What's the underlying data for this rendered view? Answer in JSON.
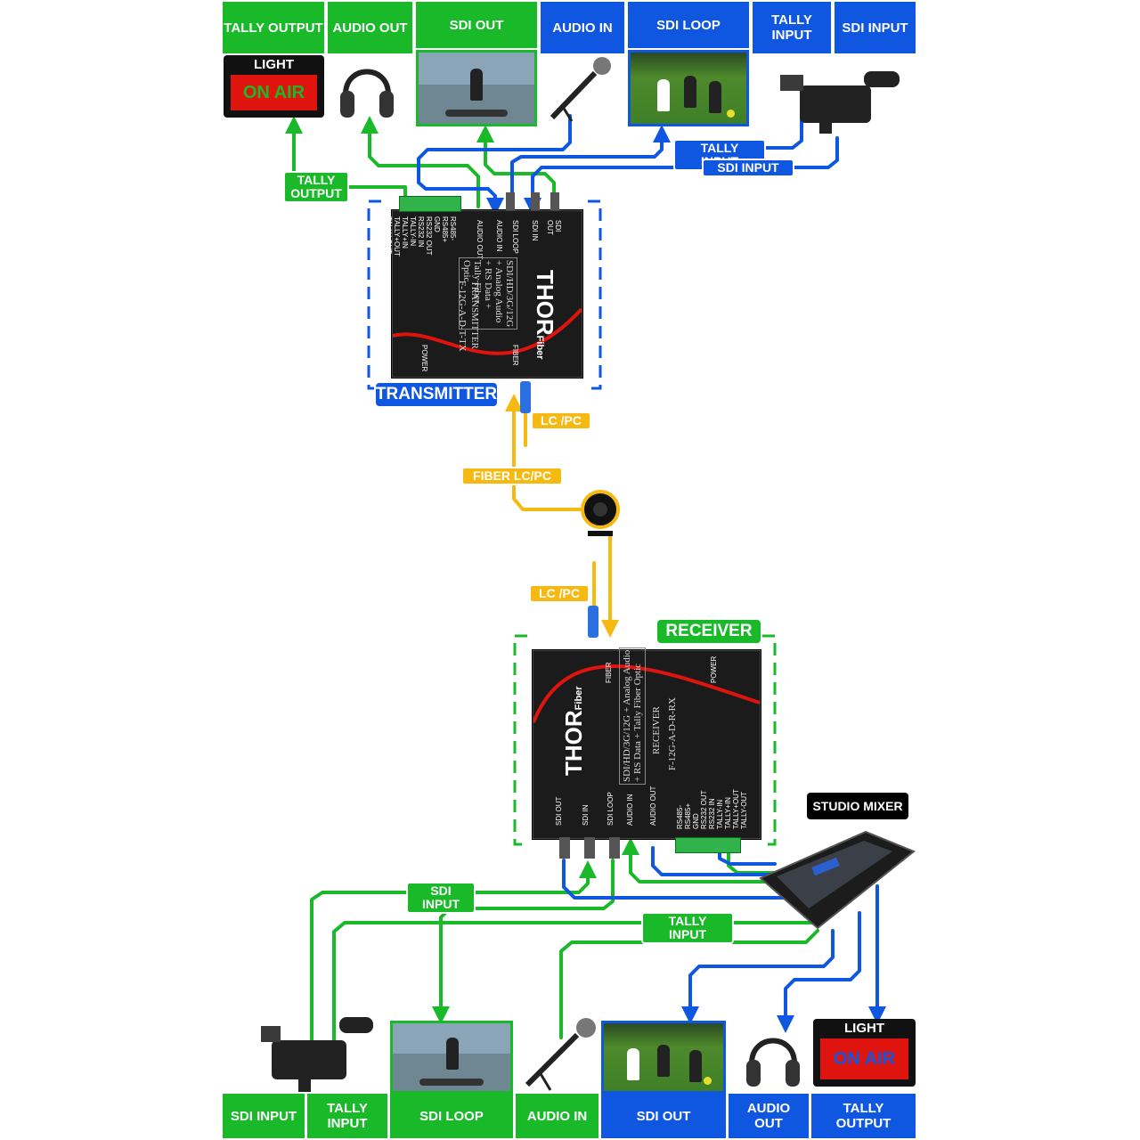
{
  "top_labels": [
    {
      "id": "tally-output",
      "text": "TALLY OUTPUT",
      "color": "green"
    },
    {
      "id": "audio-out",
      "text": "AUDIO OUT",
      "color": "green"
    },
    {
      "id": "sdi-out",
      "text": "SDI OUT",
      "color": "green"
    },
    {
      "id": "audio-in",
      "text": "AUDIO IN",
      "color": "blue"
    },
    {
      "id": "sdi-loop",
      "text": "SDI LOOP",
      "color": "blue"
    },
    {
      "id": "tally-input",
      "text": "TALLY\nINPUT",
      "color": "blue"
    },
    {
      "id": "sdi-input",
      "text": "SDI INPUT",
      "color": "blue"
    }
  ],
  "bottom_labels": [
    {
      "id": "sdi-input",
      "text": "SDI INPUT",
      "color": "green"
    },
    {
      "id": "tally-input",
      "text": "TALLY\nINPUT",
      "color": "green"
    },
    {
      "id": "sdi-loop",
      "text": "SDI LOOP",
      "color": "green"
    },
    {
      "id": "audio-in",
      "text": "AUDIO IN",
      "color": "green"
    },
    {
      "id": "sdi-out",
      "text": "SDI OUT",
      "color": "blue"
    },
    {
      "id": "audio-out",
      "text": "AUDIO\nOUT",
      "color": "blue"
    },
    {
      "id": "tally-output",
      "text": "TALLY\nOUTPUT",
      "color": "blue"
    }
  ],
  "tally_light": {
    "header": "LIGHT",
    "screen": "ON AIR"
  },
  "connector_tags": {
    "top_tally_output": "TALLY\nOUTPUT",
    "top_tally_input": "TALLY INPUT",
    "top_sdi_input": "SDI INPUT",
    "lc_pc_top": "LC /PC",
    "fiber": "FIBER LC/PC",
    "lc_pc_bottom": "LC /PC",
    "bottom_sdi_input": "SDI INPUT",
    "bottom_tally_input": "TALLY INPUT"
  },
  "transmitter": {
    "title": "TRANSMITTER",
    "model_heading": "TRANSMITTER",
    "model": "F-12G-A-D-T-TX",
    "description": "SDI/HD/3G/12G + Analog Audio\n+ RS Data + Tally Fiber Optic",
    "ports": [
      "RS485-\nRS485+\nGND\nRS232 OUT\nRS232 IN\nTALLY-IN\nTALLY+IN\nTALLY+OUT\nTALLY-OUT",
      "AUDIO OUT",
      "AUDIO IN",
      "SDI LOOP",
      "SDI IN",
      "SDI OUT"
    ],
    "power": "POWER",
    "fiber": "FIBER"
  },
  "receiver": {
    "title": "RECEIVER",
    "model_heading": "RECEIVER",
    "model": "F-12G-A-D-R-RX",
    "description": "SDI/HD/3G/12G + Analog Audio\n+ RS Data + Tally Fiber Optic",
    "ports": [
      "SDI OUT",
      "SDI IN",
      "SDI LOOP",
      "AUDIO IN",
      "AUDIO OUT",
      "RS485-\nRS485+\nGND\nRS232 OUT\nRS232 IN\nTALLY-IN\nTALLY+IN\nTALLY+OUT\nTALLY-OUT"
    ],
    "power": "POWER",
    "fiber": "FIBER"
  },
  "logo": {
    "brand": "THOR",
    "sub": "Fiber"
  },
  "studio_mixer": "STUDIO MIXER",
  "colors": {
    "green": "#19b92a",
    "blue": "#0f57e0",
    "yellow": "#f6b912",
    "red": "#e0140e",
    "device": "#1b1b1b"
  }
}
